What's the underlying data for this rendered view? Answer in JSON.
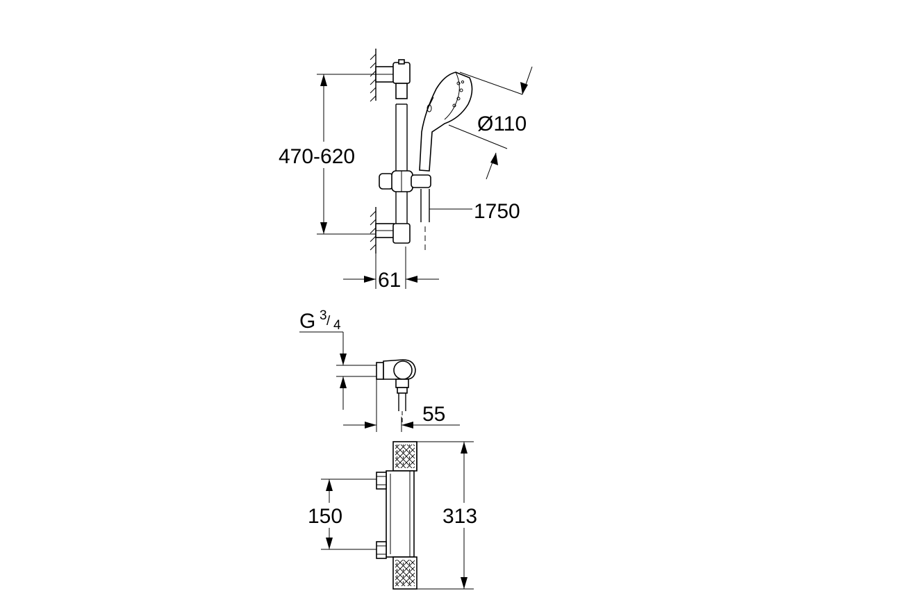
{
  "dimensions": {
    "rail_height": "470-620",
    "head_diameter": "Ø110",
    "hose_length": "1750",
    "wall_offset": "61",
    "thread_main": "G",
    "thread_num": "3",
    "thread_den": "4",
    "projection": "55",
    "inlet_spacing": "150",
    "total_height": "313"
  }
}
